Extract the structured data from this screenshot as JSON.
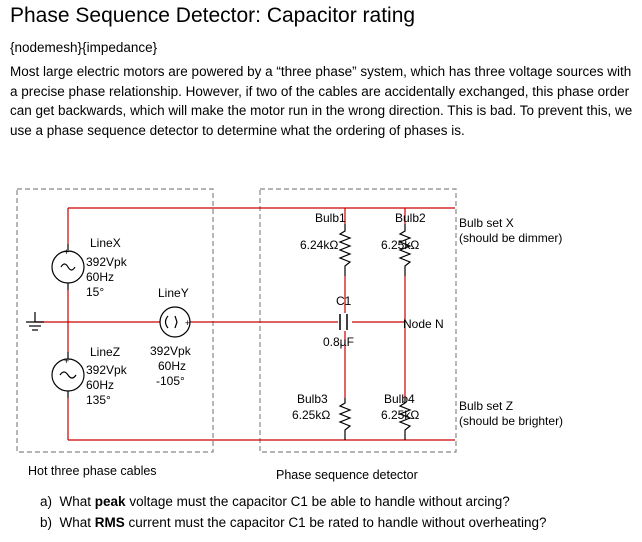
{
  "title": "Phase Sequence Detector: Capacitor rating",
  "tags": "{nodemesh}{impedance}",
  "intro": "Most large electric motors are powered by a “three phase” system, which has three voltage sources with a precise phase relationship. However, if two of the cables are accidentally exchanged, this phase order can get backwards, which will make the motor run in the wrong direction. This is bad. To prevent this, we use a phase sequence detector to determine what the ordering of phases is.",
  "diagram": {
    "lineX": {
      "name": "LineX",
      "voltage": "392Vpk",
      "freq": "60Hz",
      "phase": "15°"
    },
    "lineY": {
      "name": "LineY",
      "voltage": "392Vpk",
      "freq": "60Hz",
      "phase": "-105°"
    },
    "lineZ": {
      "name": "LineZ",
      "voltage": "392Vpk",
      "freq": "60Hz",
      "phase": "135°"
    },
    "bulb1": {
      "name": "Bulb1",
      "value": "6.24kΩ"
    },
    "bulb2": {
      "name": "Bulb2",
      "value": "6.25kΩ"
    },
    "bulb3": {
      "name": "Bulb3",
      "value": "6.25kΩ"
    },
    "bulb4": {
      "name": "Bulb4",
      "value": "6.25kΩ"
    },
    "cap": {
      "name": "C1",
      "value": "0.8µF"
    },
    "node": "Node N",
    "bulbSetX": {
      "line1": "Bulb set X",
      "line2": "(should be dimmer)"
    },
    "bulbSetZ": {
      "line1": "Bulb set Z",
      "line2": "(should be brighter)"
    },
    "leftCaption": "Hot three phase cables",
    "rightCaption": "Phase sequence detector",
    "colors": {
      "wire": "#cc0000",
      "dash": "#888888",
      "component": "#000000"
    }
  },
  "questions": {
    "a": {
      "label": "a)",
      "pre": "What ",
      "bold": "peak",
      "post": " voltage must the capacitor C1 be able to handle without arcing?"
    },
    "b": {
      "label": "b)",
      "pre": "What ",
      "bold": "RMS",
      "post": " current must the capacitor C1 be rated to handle without overheating?"
    }
  }
}
